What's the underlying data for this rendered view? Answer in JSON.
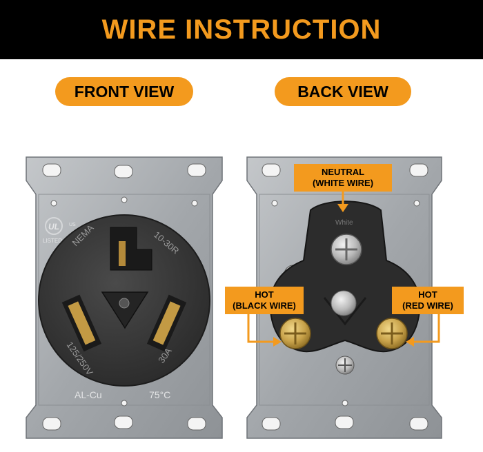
{
  "title": "WIRE INSTRUCTION",
  "views": {
    "front_label": "FRONT VIEW",
    "back_label": "BACK VIEW"
  },
  "front_plate": {
    "brand_top": "NEMA",
    "rating_code": "10-30R",
    "voltage": "125/250V",
    "amperage": "30A",
    "conductor": "AL-Cu",
    "temperature": "75°C",
    "listing_mark": "UL",
    "listing_text": "LISTED",
    "listing_region": "US"
  },
  "back_plate": {
    "neutral": {
      "line1": "NEUTRAL",
      "line2": "(WHITE WIRE)"
    },
    "hot_left": {
      "line1": "HOT",
      "line2": "(BLACK WIRE)"
    },
    "hot_right": {
      "line1": "HOT",
      "line2": "(RED WIRE)"
    },
    "terminal_mark": "White"
  },
  "colors": {
    "accent": "#f39a1e",
    "banner": "#000000",
    "plate": "#a9adb1",
    "receptacle": "#3a3a3a",
    "brass": "#c8a24a"
  }
}
